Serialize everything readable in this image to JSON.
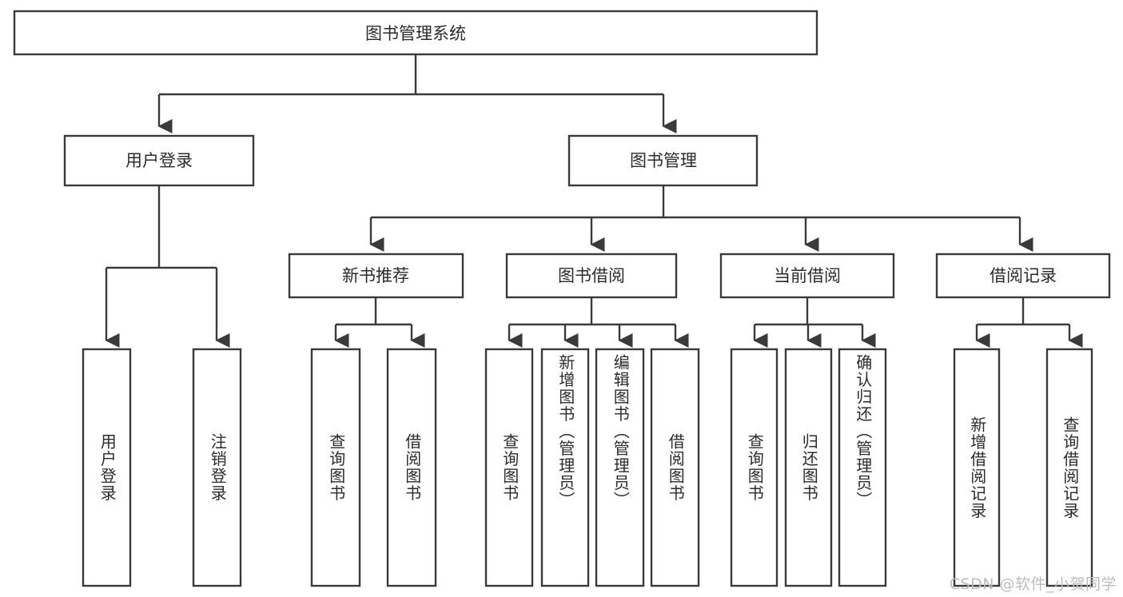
{
  "diagram": {
    "type": "tree",
    "title": "图书管理系统",
    "orientation": "top-down",
    "colors": {
      "box_fill": "#ffffff",
      "box_stroke": "#3a3a3a",
      "connector": "#3a3a3a",
      "text": "#2b2b2b",
      "background": "#ffffff",
      "watermark": "#bdbdbd"
    }
  },
  "root": {
    "label": "图书管理系统"
  },
  "level2": [
    {
      "label": "用户登录"
    },
    {
      "label": "图书管理"
    }
  ],
  "level3": [
    {
      "label": "新书推荐"
    },
    {
      "label": "图书借阅"
    },
    {
      "label": "当前借阅"
    },
    {
      "label": "借阅记录"
    }
  ],
  "leaves": [
    {
      "label": "用户登录",
      "parent": "用户登录"
    },
    {
      "label": "注销登录",
      "parent": "用户登录"
    },
    {
      "label": "查询图书",
      "parent": "新书推荐"
    },
    {
      "label": "借阅图书",
      "parent": "新书推荐"
    },
    {
      "label": "查询图书",
      "parent": "图书借阅"
    },
    {
      "label": "新增图书（管理员）",
      "parent": "图书借阅"
    },
    {
      "label": "编辑图书（管理员）",
      "parent": "图书借阅"
    },
    {
      "label": "借阅图书",
      "parent": "图书借阅"
    },
    {
      "label": "查询图书",
      "parent": "当前借阅"
    },
    {
      "label": "归还图书",
      "parent": "当前借阅"
    },
    {
      "label": "确认归还（管理员）",
      "parent": "当前借阅"
    },
    {
      "label": "新增借阅记录",
      "parent": "借阅记录"
    },
    {
      "label": "查询借阅记录",
      "parent": "借阅记录"
    }
  ],
  "watermark": {
    "text": "CSDN @软件_小贺同学"
  }
}
